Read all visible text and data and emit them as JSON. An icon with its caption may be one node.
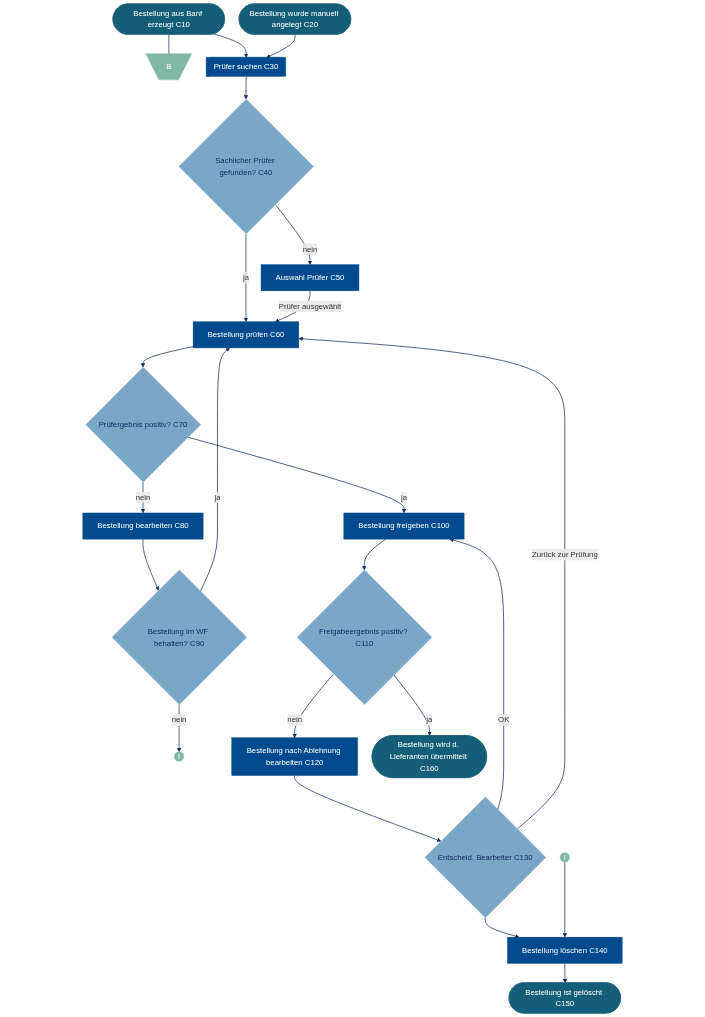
{
  "diagram": {
    "nodes": [
      {
        "text": [
          "Bestellung aus Banf erzeugt C10"
        ]
      },
      {
        "text": [
          "Bestellung wurde manuell angelegt C20"
        ]
      },
      {
        "text": [
          "B"
        ]
      },
      {
        "text": [
          "Prüfer suchen C30"
        ]
      },
      {
        "text": [
          "Sachlicher Prüfer gefunden? C40"
        ]
      },
      {
        "text": [
          "Auswahl Prüfer C50"
        ]
      },
      {
        "text": [
          "Bestellung prüfen C60"
        ]
      },
      {
        "text": [
          "Prüfergebnis positiv? C70"
        ]
      },
      {
        "text": [
          "Bestellung bearbeiten C80"
        ]
      },
      {
        "text": [
          "Bestellung im WF behalten? C90"
        ]
      },
      {
        "text": [
          "I"
        ]
      },
      {
        "text": [
          "Bestellung freigeben C100"
        ]
      },
      {
        "text": [
          "Entscheid. Bearbeiter C130"
        ]
      },
      {
        "text": [
          "Freigabeergebnis positiv? C110"
        ]
      },
      {
        "text": [
          "Bestellung nach Ablehnung bearbeiten C120"
        ]
      },
      {
        "text": [
          "Bestellung löschen C140"
        ]
      },
      {
        "text": [
          "I"
        ]
      },
      {
        "text": [
          "Bestellung wird d. Lieferanten übermittelt C160"
        ]
      },
      {
        "text": [
          "Bestellung ist gelöscht C150"
        ]
      }
    ],
    "edges": [
      {
        "from": 0,
        "to": 2,
        "arrow": "none"
      },
      {
        "from": 0,
        "to": 3,
        "arrow": "to"
      },
      {
        "from": 1,
        "to": 3,
        "arrow": "to"
      },
      {
        "from": 3,
        "to": 4,
        "arrow": "to"
      },
      {
        "from": 4,
        "to": 5,
        "arrow": "to",
        "label": "nein"
      },
      {
        "from": 4,
        "to": 6,
        "arrow": "to",
        "label": "ja"
      },
      {
        "from": 5,
        "to": 6,
        "arrow": "to",
        "label": "Prüfer ausgewählt"
      },
      {
        "from": 6,
        "to": 7,
        "arrow": "to"
      },
      {
        "from": 7,
        "to": 8,
        "arrow": "to",
        "label": "nein"
      },
      {
        "from": 7,
        "to": 11,
        "arrow": "to",
        "label": "ja"
      },
      {
        "from": 8,
        "to": 9,
        "arrow": "to"
      },
      {
        "from": 9,
        "to": 10,
        "arrow": "to",
        "label": "nein"
      },
      {
        "from": 9,
        "to": 6,
        "arrow": "to",
        "label": "ja"
      },
      {
        "from": 11,
        "to": 13,
        "arrow": "to"
      },
      {
        "from": 13,
        "to": 14,
        "arrow": "to",
        "label": "nein"
      },
      {
        "from": 13,
        "to": 17,
        "arrow": "to",
        "label": "ja"
      },
      {
        "from": 14,
        "to": 12,
        "arrow": "to"
      },
      {
        "from": 12,
        "to": 11,
        "arrow": "to",
        "label": "OK"
      },
      {
        "from": 12,
        "to": 6,
        "arrow": "to",
        "label": "Zurück zur Prüfung"
      },
      {
        "from": 12,
        "to": 15,
        "arrow": "to"
      },
      {
        "from": 16,
        "to": 15,
        "arrow": "to"
      },
      {
        "from": 15,
        "to": 18,
        "arrow": "to"
      }
    ]
  }
}
